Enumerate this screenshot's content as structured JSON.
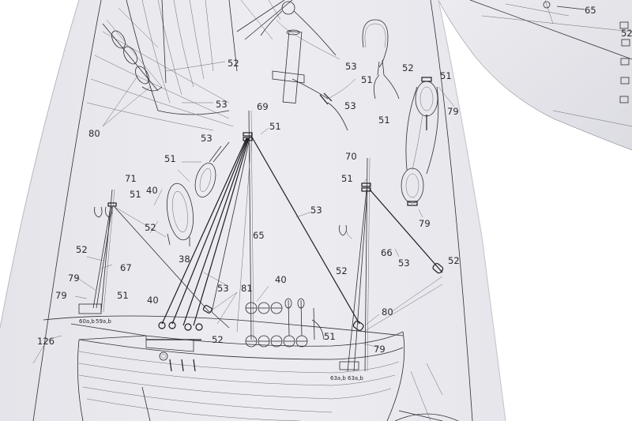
{
  "photo": {
    "subject": "ship-model-rigging-plan",
    "colors": {
      "paper": "#e9e9ee",
      "shadow": "#c9c9d1",
      "ink": "#2a2a2e",
      "background": "#ffffff"
    }
  },
  "callouts": [
    {
      "id": "c1",
      "text": "52"
    },
    {
      "id": "c2",
      "text": "53"
    },
    {
      "id": "c3",
      "text": "80"
    },
    {
      "id": "c4",
      "text": "53"
    },
    {
      "id": "c5",
      "text": "53"
    },
    {
      "id": "c6",
      "text": "51"
    },
    {
      "id": "c7",
      "text": "52"
    },
    {
      "id": "c8",
      "text": "51"
    },
    {
      "id": "c9",
      "text": "79"
    },
    {
      "id": "c10",
      "text": "51"
    },
    {
      "id": "c11",
      "text": "79"
    },
    {
      "id": "c12",
      "text": "69"
    },
    {
      "id": "c13",
      "text": "51"
    },
    {
      "id": "c14",
      "text": "53"
    },
    {
      "id": "c15",
      "text": "51"
    },
    {
      "id": "c16",
      "text": "40"
    },
    {
      "id": "c17",
      "text": "71"
    },
    {
      "id": "c18",
      "text": "51"
    },
    {
      "id": "c19",
      "text": "52"
    },
    {
      "id": "c20",
      "text": "38"
    },
    {
      "id": "c21",
      "text": "52"
    },
    {
      "id": "c22",
      "text": "67"
    },
    {
      "id": "c23",
      "text": "79"
    },
    {
      "id": "c24",
      "text": "79"
    },
    {
      "id": "c25",
      "text": "51"
    },
    {
      "id": "c26",
      "text": "40"
    },
    {
      "id": "c27",
      "text": "53"
    },
    {
      "id": "c28",
      "text": "81"
    },
    {
      "id": "c29",
      "text": "40"
    },
    {
      "id": "c30",
      "text": "65"
    },
    {
      "id": "c31",
      "text": "53"
    },
    {
      "id": "c32",
      "text": "70"
    },
    {
      "id": "c33",
      "text": "51"
    },
    {
      "id": "c34",
      "text": "66"
    },
    {
      "id": "c35",
      "text": "53"
    },
    {
      "id": "c36",
      "text": "52"
    },
    {
      "id": "c37",
      "text": "52"
    },
    {
      "id": "c38",
      "text": "80"
    },
    {
      "id": "c39",
      "text": "51"
    },
    {
      "id": "c40",
      "text": "52"
    },
    {
      "id": "c41",
      "text": "79"
    },
    {
      "id": "c42",
      "text": "126"
    },
    {
      "id": "c43",
      "text": "65"
    },
    {
      "id": "c44",
      "text": "52"
    }
  ],
  "small_marks": [
    {
      "id": "s1",
      "text": "60a,b"
    },
    {
      "id": "s2",
      "text": "59a,b"
    },
    {
      "id": "s3",
      "text": "63a,b"
    },
    {
      "id": "s4",
      "text": "63a,b"
    }
  ]
}
